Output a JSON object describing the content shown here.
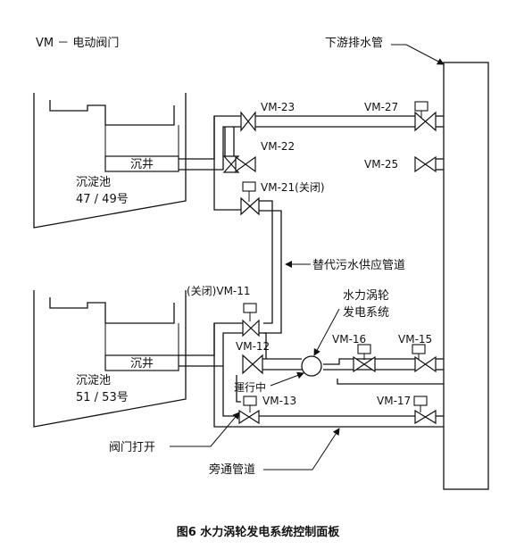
{
  "legend": "VM － 电动阀门",
  "downstream_pipe": "下游排水管",
  "tank_upper": {
    "well": "沉井",
    "name": "沉淀池",
    "number": "47 / 49号"
  },
  "tank_lower": {
    "well": "沉井",
    "name": "沉淀池",
    "number": "51 / 53号"
  },
  "valves": {
    "vm23": "VM-23",
    "vm27": "VM-27",
    "vm22": "VM-22",
    "vm25": "VM-25",
    "vm21": "VM-21(关闭)",
    "vm11": "(关闭)VM-11",
    "vm12": "VM-12",
    "vm16": "VM-16",
    "vm15": "VM-15",
    "vm13": "VM-13",
    "vm17": "VM-17"
  },
  "annotations": {
    "alt_supply": "替代污水供应管道",
    "turbine_line1": "水力涡轮",
    "turbine_line2": "发电系统",
    "running": "運行中",
    "valve_open": "阀门打开",
    "bypass": "旁通管道"
  },
  "caption": "图6   水力涡轮发电系统控制面板"
}
